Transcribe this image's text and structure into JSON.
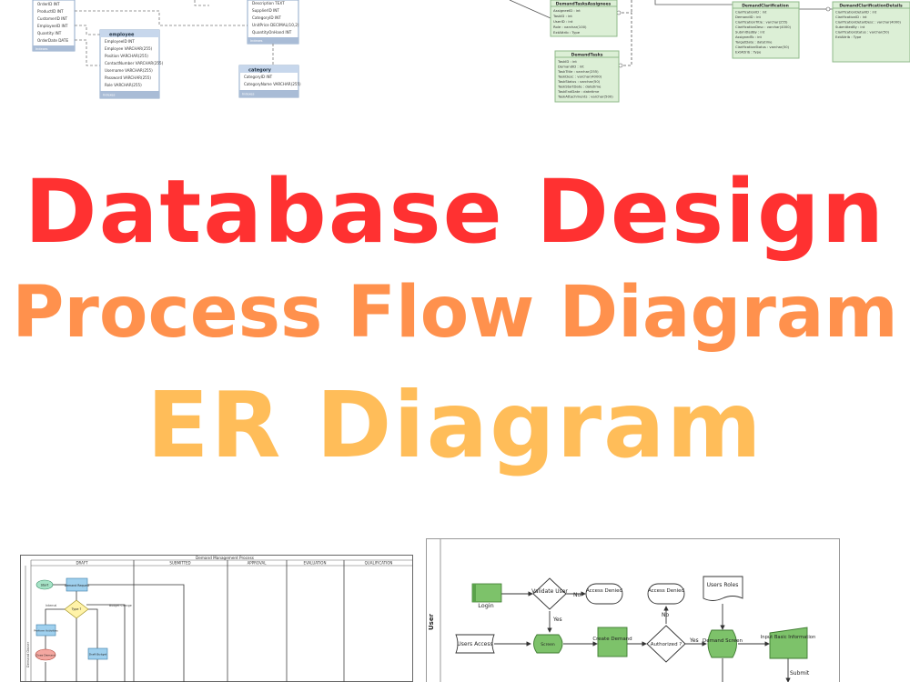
{
  "headline": {
    "line1": "Database Design",
    "line2": "Process Flow Diagram",
    "line3": "ER Diagram",
    "colors": {
      "line1": "#ff3131",
      "line2": "#ff914d",
      "line3": "#ffbd59"
    }
  },
  "er_left": {
    "order_table_fields": [
      "OrderID INT",
      "ProductID INT",
      "CustomerID INT",
      "EmployeeID INT",
      "Quantity INT",
      "OrderDate DATE"
    ],
    "product_table_fields": [
      "Description TEXT",
      "SupplierID INT",
      "CategoryID INT",
      "UnitPrice DECIMAL(10,2)",
      "QuantityOnHand INT"
    ],
    "employee_table": {
      "title": "employee",
      "fields": [
        "EmployeeID INT",
        "Employee VARCHAR(255)",
        "Position VARCHAR(255)",
        "ContactNumber VARCHAR(255)",
        "Username VARCHAR(255)",
        "Password VARCHAR(255)",
        "Role VARCHAR(255)"
      ]
    },
    "category_table": {
      "title": "category",
      "fields": [
        "CategoryID INT",
        "CategoryName VARCHAR(255)"
      ]
    },
    "indexes_label": "Indexes"
  },
  "er_right": {
    "assignees": {
      "title": "DemandTasksAssignees",
      "fields": [
        "AssigneeID : int",
        "TaskID : int",
        "UserID : int",
        "Role : varchar(100)",
        "ExtAttrib : Type"
      ]
    },
    "tasks": {
      "title": "DemandTasks",
      "fields": [
        "TaskID : int",
        "DemandID : int",
        "TaskTitle : varchar(255)",
        "TaskDesc : varchar(4000)",
        "TaskStatus : varchar(50)",
        "TaskStartDate : datetime",
        "TaskEndDate : datetime",
        "TaskAttachments : varchar(500)"
      ]
    },
    "clarification": {
      "title": "DemandClarification",
      "fields": [
        "ClarificationID : int",
        "DemandID : int",
        "ClarificationTitle : varchar(255)",
        "ClarificationDesc : varchar(4000)",
        "SubmittedBy : int",
        "AssignedTo : int",
        "TargetDate : datetime",
        "ClarificationStatus : varchar(50)",
        "ExtAttrib : Type"
      ]
    },
    "clar_details": {
      "title": "DemandClarificationDetails",
      "fields": [
        "ClarificationDetailID : int",
        "ClarificationID : int",
        "ClarificationDetailDesc : varchar(4000)",
        "SubmittedBy : int",
        "ClarificationStatus : varchar(50)",
        "ExtAttrib : Type"
      ]
    }
  },
  "swimlane": {
    "title": "Demand Management Process",
    "columns": [
      "DRAFT",
      "SUBMITTED",
      "APPROVAL",
      "EVALUATION",
      "QUALIFICATION"
    ],
    "nodes": {
      "start": "Start",
      "demand_request": "Demand Request",
      "type": "Type ?",
      "internal": "Internal",
      "budget_change": "Budget Change",
      "perform_activities": "Perform Activities",
      "draft_budget": "Draft Budget",
      "close_demand": "Close Demand"
    },
    "side_label": "Demand Owner"
  },
  "flow": {
    "lane_label": "User",
    "nodes": {
      "login": "Login",
      "validate_user": "Validate User",
      "no1": "No",
      "access_denied1": "Access Denied",
      "yes1": "Yes",
      "users_access": "Users Access",
      "screen": "Screen",
      "create_demand": "Create Demand",
      "authorized": "Authorized ?",
      "no2": "No",
      "access_denied2": "Access Denied",
      "yes2": "Yes",
      "users_roles": "Users Roles",
      "demand_screen": "Demand Screen",
      "input_basic_info": "Input Basic Information",
      "submit": "Submit"
    }
  }
}
